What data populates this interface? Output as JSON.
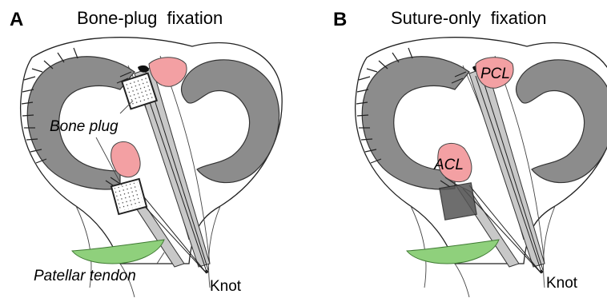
{
  "panels": [
    {
      "letter": "A",
      "title": "Bone-plug  fixation",
      "labels": {
        "bone_plug": "Bone plug",
        "patellar_tendon": "Patellar tendon",
        "knot": "Knot"
      }
    },
    {
      "letter": "B",
      "title": "Suture-only  fixation",
      "labels": {
        "pcl": "PCL",
        "acl": "ACL",
        "knot": "Knot"
      }
    }
  ],
  "colors": {
    "meniscus": "#8c8c8c",
    "ligament": "#f3a0a3",
    "tendon": "#8fd07c",
    "graft": "#c8c8c8"
  }
}
